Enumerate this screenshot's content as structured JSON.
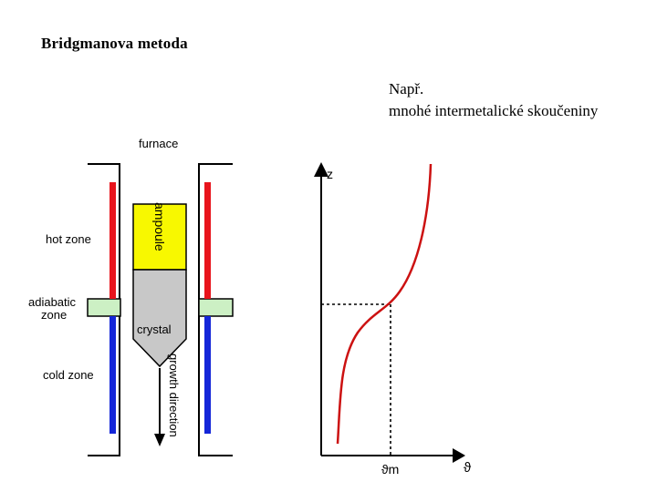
{
  "slide": {
    "title": "Bridgmanova metoda",
    "note_line1": "Např.",
    "note_line2": "mnohé intermetalické skoučeniny"
  },
  "diagram": {
    "furnace_label": "furnace",
    "ampoule_label": "ampoule",
    "crystal_label": "crystal",
    "growth_label": "growth direction",
    "hot_zone_label": "hot zone",
    "adiabatic_label_line1": "adiabatic",
    "adiabatic_label_line2": "zone",
    "cold_zone_label": "cold zone",
    "axis_z_label": "z",
    "axis_theta_label": "ϑ",
    "melting_temp_label": "ϑm",
    "colors": {
      "hot": "#e8141c",
      "cold": "#1426d8",
      "adiabatic": "#ccf0c4",
      "ampoule": "#f8f800",
      "crystal": "#c8c8c8",
      "curve": "#cc1111"
    }
  }
}
